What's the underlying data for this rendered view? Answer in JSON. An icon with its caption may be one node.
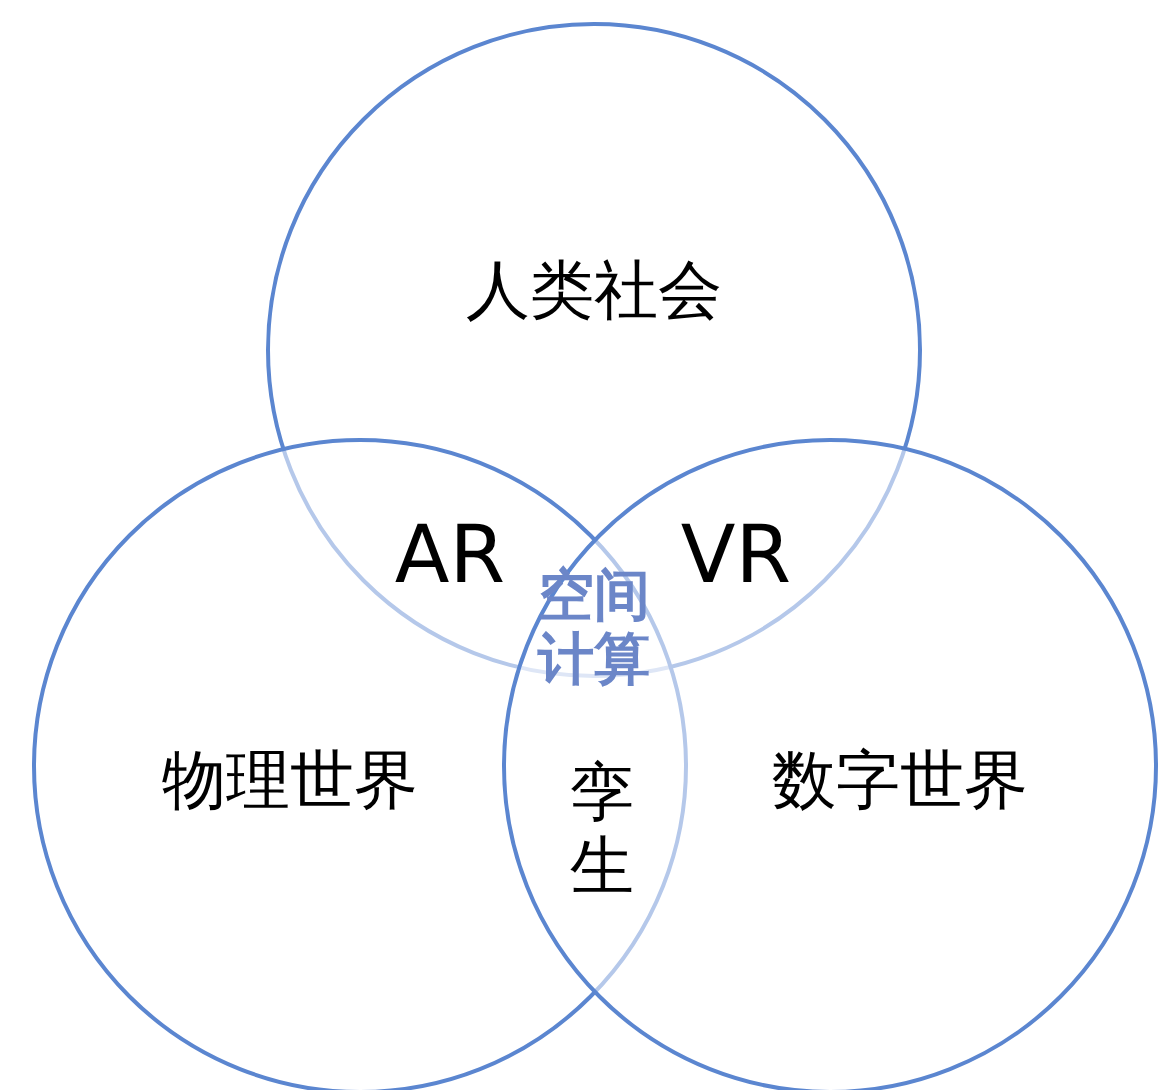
{
  "diagram": {
    "nodes": [
      {
        "text": [
          "人类社会"
        ]
      },
      {
        "text": [
          "物理世界"
        ]
      },
      {
        "text": [
          "数字世界"
        ]
      }
    ],
    "labels": [
      "AR",
      "VR",
      "空间计算",
      "孪生"
    ]
  }
}
